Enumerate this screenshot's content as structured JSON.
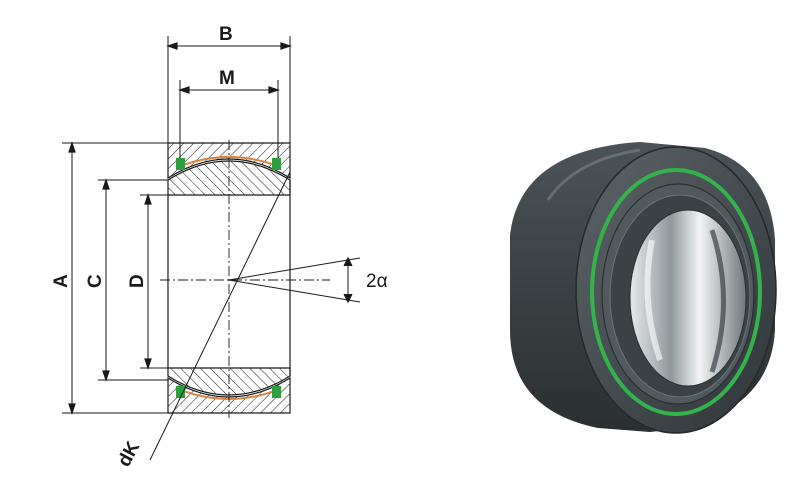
{
  "drawing": {
    "labels": {
      "B": "B",
      "M": "M",
      "A": "A",
      "C": "C",
      "D": "D",
      "dK": "dK",
      "alpha": "2α"
    }
  },
  "render": {
    "colors": {
      "line": "#1a1a1a",
      "seal": "#2e9e3e",
      "contact": "#d9823b",
      "outer_ring": "#3e4548",
      "outer_ring_light": "#5c6569",
      "inner_metal": "#c8cfd2",
      "seal_ring": "#33b34a"
    }
  }
}
